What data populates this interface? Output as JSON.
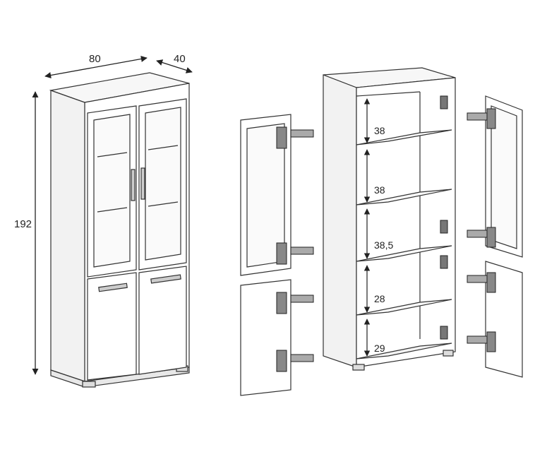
{
  "dimensions": {
    "width": "80",
    "depth": "40",
    "height": "192"
  },
  "shelf_spacings": [
    "38",
    "38",
    "38,5",
    "28",
    "29"
  ]
}
